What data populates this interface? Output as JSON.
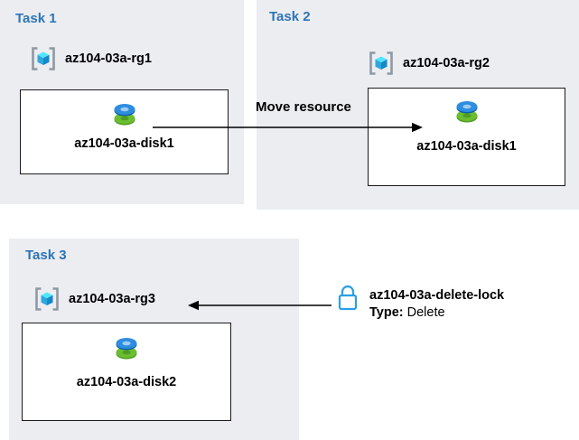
{
  "tasks": [
    {
      "label": "Task 1",
      "resource_group": "az104-03a-rg1",
      "disk": "az104-03a-disk1"
    },
    {
      "label": "Task 2",
      "resource_group": "az104-03a-rg2",
      "disk": "az104-03a-disk1"
    },
    {
      "label": "Task 3",
      "resource_group": "az104-03a-rg3",
      "disk": "az104-03a-disk2"
    }
  ],
  "move_arrow": {
    "label": "Move resource"
  },
  "delete_lock": {
    "name": "az104-03a-delete-lock",
    "type_label": "Type:",
    "type_value": "Delete"
  },
  "icons": {
    "resource_group": "azure-resource-group-icon",
    "disk": "azure-disk-icon",
    "lock": "lock-icon"
  },
  "colors": {
    "panel_background": "#ebedf1",
    "task_label_blue": "#2e74b5",
    "disk_blue": "#2e8de0",
    "disk_green": "#6abe30",
    "lock_blue": "#2b9fe6",
    "arrow": "#000000",
    "box_border": "#1b1b1b",
    "text": "#000000"
  }
}
